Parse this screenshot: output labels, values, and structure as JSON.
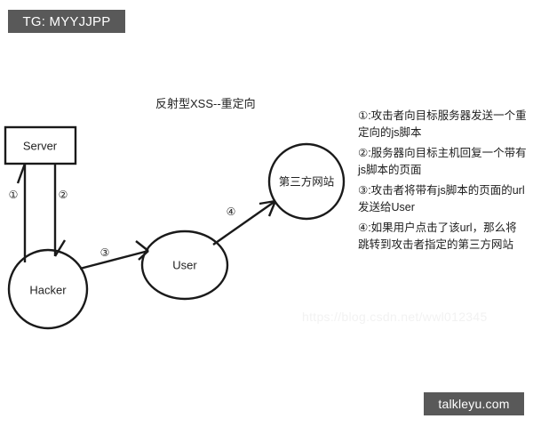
{
  "badges": {
    "top_left": "TG: MYYJJPP",
    "bottom_right": "talkleyu.com"
  },
  "diagram": {
    "title": "反射型XSS--重定向",
    "nodes": [
      {
        "id": "server",
        "label": "Server",
        "shape": "rect"
      },
      {
        "id": "hacker",
        "label": "Hacker",
        "shape": "circle"
      },
      {
        "id": "user",
        "label": "User",
        "shape": "ellipse"
      },
      {
        "id": "third_party",
        "label": "第三方网站",
        "shape": "circle"
      }
    ],
    "edges": [
      {
        "id": "e1",
        "label": "①",
        "from": "hacker",
        "to": "server"
      },
      {
        "id": "e2",
        "label": "②",
        "from": "server",
        "to": "hacker"
      },
      {
        "id": "e3",
        "label": "③",
        "from": "hacker",
        "to": "user"
      },
      {
        "id": "e4",
        "label": "④",
        "from": "user",
        "to": "third_party"
      }
    ]
  },
  "notes": [
    "①:攻击者向目标服务器发送一个重定向的js脚本",
    "②:服务器向目标主机回复一个带有js脚本的页面",
    "③:攻击者将带有js脚本的页面的url发送给User",
    "④:如果用户点击了该url，那么将跳转到攻击者指定的第三方网站"
  ],
  "watermark": "https://blog.csdn.net/wwl012345",
  "colors": {
    "badge_background": "#595959",
    "badge_text": "#ffffff",
    "stroke": "#1a1a1a",
    "page_background": "#ffffff",
    "watermark": "#f2f2f2"
  }
}
